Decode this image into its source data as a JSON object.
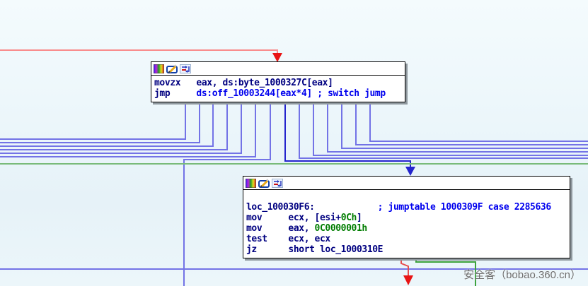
{
  "app": "ida-graph-view",
  "watermark": "安全客（bobao.360.cn）",
  "colors": {
    "edge_switch": "#7373e6",
    "edge_jump": "#2525cd",
    "edge_pass_green": "#79bb79",
    "edge_pass_blue": "#7373e6",
    "edge_false_line": "#f98c8c",
    "edge_false_arrow": "#e81414",
    "edge_false_line2": "#e64e4e",
    "edge_true": "#3da23d",
    "text_navy": "#000080",
    "text_blue": "#0000ee",
    "text_green": "#007d00"
  },
  "blocks": {
    "b1": {
      "title_icons": [
        "node-color-icon",
        "edit-node-icon",
        "collapse-node-icon"
      ],
      "lines": [
        {
          "segments": [
            {
              "text": "movzx   eax, ds:byte_1000327C[eax]",
              "color": "navy"
            }
          ]
        },
        {
          "segments": [
            {
              "text": "jmp     ",
              "color": "navy"
            },
            {
              "text": "ds:off_10003244[eax*4]",
              "color": "blue"
            },
            {
              "text": " ; switch jump",
              "color": "blue"
            }
          ]
        }
      ]
    },
    "b2": {
      "title_icons": [
        "node-color-icon",
        "edit-node-icon",
        "collapse-node-icon"
      ],
      "lines": [
        {
          "segments": [
            {
              "text": "loc_100030F6:",
              "color": "navy"
            },
            {
              "text": "            ",
              "color": "navy"
            },
            {
              "text": "; jumptable 1000309F case 2285636",
              "color": "blue"
            }
          ]
        },
        {
          "segments": [
            {
              "text": "mov     ecx, [esi+",
              "color": "navy"
            },
            {
              "text": "0Ch",
              "color": "green"
            },
            {
              "text": "]",
              "color": "navy"
            }
          ]
        },
        {
          "segments": [
            {
              "text": "mov     eax, ",
              "color": "navy"
            },
            {
              "text": "0C0000001h",
              "color": "green"
            }
          ]
        },
        {
          "segments": [
            {
              "text": "test    ecx, ecx",
              "color": "navy"
            }
          ]
        },
        {
          "segments": [
            {
              "text": "jz      short loc_1000310E",
              "color": "navy"
            }
          ]
        }
      ]
    }
  }
}
